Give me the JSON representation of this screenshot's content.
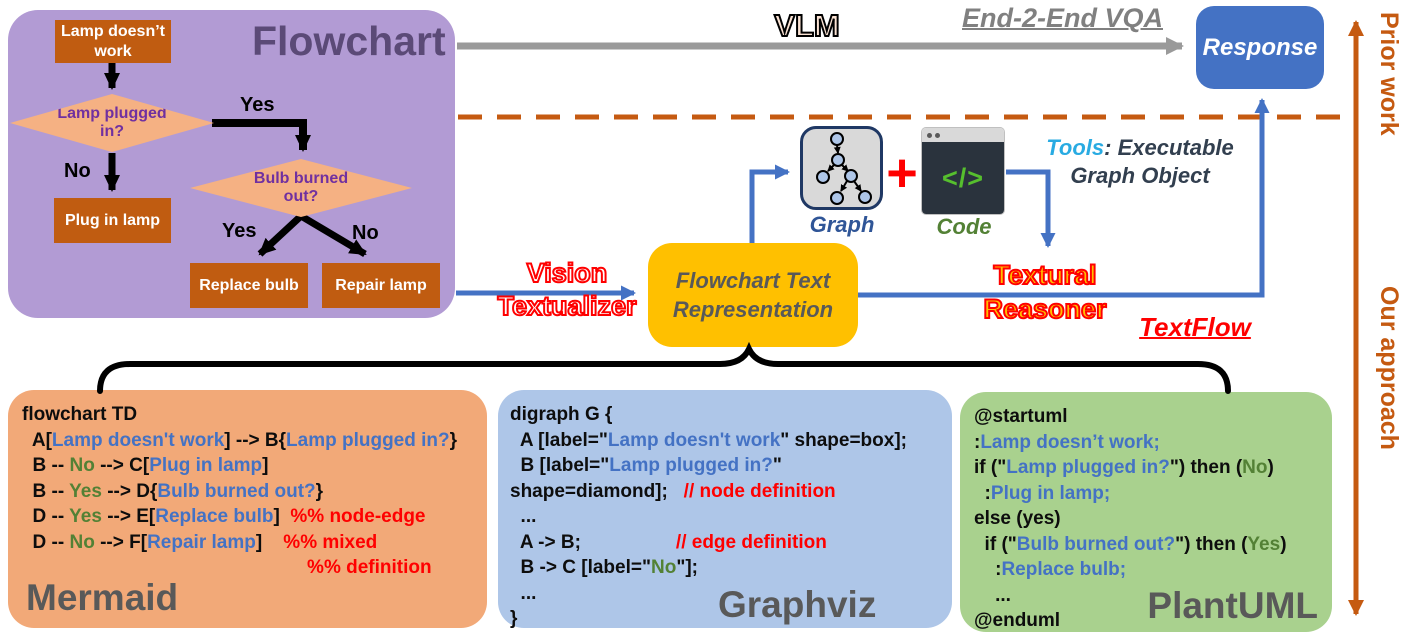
{
  "colors": {
    "purple_panel": "#b29bd4",
    "flowchart_title": "#5b4a77",
    "process_box": "#c05c11",
    "decision_diamond": "#f5b183",
    "diamond_text": "#7030a0",
    "response_blue": "#4472c4",
    "yellow_box": "#ffc000",
    "accent_orange": "#c55a11",
    "gray_arrow": "#9a9a9a",
    "mermaid_panel": "#f2a978",
    "graphviz_panel": "#aec6e8",
    "plantuml_panel": "#a9d18e",
    "code_blue": "#4472c4",
    "code_green": "#538135",
    "code_red": "#ff0000",
    "tools_cyan": "#29abe2",
    "tools_navy": "#323f4f",
    "label_gray": "#595959"
  },
  "flowchart_panel": {
    "title": "Flowchart",
    "nodes": {
      "start": "Lamp doesn’t work",
      "q1": "Lamp plugged in?",
      "plug": "Plug in lamp",
      "q2": "Bulb burned out?",
      "replace": "Replace bulb",
      "repair": "Repair lamp"
    },
    "edge_labels": {
      "q1_yes": "Yes",
      "q1_no": "No",
      "q2_yes": "Yes",
      "q2_no": "No"
    }
  },
  "top_flow": {
    "vlm": "VLM",
    "end2end": "End-2-End VQA",
    "response": "Response"
  },
  "rails": {
    "prior_work": "Prior work",
    "our_approach": "Our approach"
  },
  "mid_flow": {
    "vision_line1": "Vision",
    "vision_line2": "Textualizer",
    "repr_line1": "Flowchart Text",
    "repr_line2": "Representation",
    "graph_label": "Graph",
    "plus": "+",
    "code_label": "Code",
    "code_glyph": "</>",
    "tools_prefix": "Tools",
    "tools_rest": ": Executable",
    "tools_line2": "Graph Object",
    "reasoner_line1": "Textural",
    "reasoner_line2": "Reasoner",
    "textflow": "TextFlow"
  },
  "panels": {
    "mermaid": {
      "label": "Mermaid",
      "lines": [
        [
          [
            "k",
            "flowchart TD"
          ]
        ],
        [
          [
            "k",
            "  A["
          ],
          [
            "b",
            "Lamp doesn't work"
          ],
          [
            "k",
            "] --> B{"
          ],
          [
            "b",
            "Lamp plugged in?"
          ],
          [
            "k",
            "}"
          ]
        ],
        [
          [
            "k",
            "  B -- "
          ],
          [
            "g",
            "No"
          ],
          [
            "k",
            " --> C["
          ],
          [
            "b",
            "Plug in lamp"
          ],
          [
            "k",
            "]"
          ]
        ],
        [
          [
            "k",
            "  B -- "
          ],
          [
            "g",
            "Yes"
          ],
          [
            "k",
            " --> D{"
          ],
          [
            "b",
            "Bulb burned out?"
          ],
          [
            "k",
            "}"
          ]
        ],
        [
          [
            "k",
            "  D -- "
          ],
          [
            "g",
            "Yes"
          ],
          [
            "k",
            " --> E["
          ],
          [
            "b",
            "Replace bulb"
          ],
          [
            "k",
            "]  "
          ],
          [
            "r",
            "%% node-edge"
          ]
        ],
        [
          [
            "k",
            "  D -- "
          ],
          [
            "g",
            "No"
          ],
          [
            "k",
            " --> F["
          ],
          [
            "b",
            "Repair lamp"
          ],
          [
            "k",
            "]    "
          ],
          [
            "r",
            "%% mixed"
          ]
        ],
        [
          [
            "r",
            "                                                      %% definition"
          ]
        ]
      ]
    },
    "graphviz": {
      "label": "Graphviz",
      "lines": [
        [
          [
            "k",
            "digraph G {"
          ]
        ],
        [
          [
            "k",
            "  A [label=\""
          ],
          [
            "b",
            "Lamp doesn't work"
          ],
          [
            "k",
            "\" shape=box];"
          ]
        ],
        [
          [
            "k",
            "  B [label=\""
          ],
          [
            "b",
            "Lamp plugged in?"
          ],
          [
            "k",
            "\""
          ]
        ],
        [
          [
            "k",
            "shape=diamond];   "
          ],
          [
            "r",
            "// node definition"
          ]
        ],
        [
          [
            "k",
            "  ..."
          ]
        ],
        [
          [
            "k",
            "  A -> B;                  "
          ],
          [
            "r",
            "// edge definition"
          ]
        ],
        [
          [
            "k",
            "  B -> C [label=\""
          ],
          [
            "g",
            "No"
          ],
          [
            "k",
            "\"];"
          ]
        ],
        [
          [
            "k",
            "  ..."
          ]
        ],
        [
          [
            "k",
            "}"
          ]
        ]
      ]
    },
    "plantuml": {
      "label": "PlantUML",
      "lines": [
        [
          [
            "k",
            "@startuml"
          ]
        ],
        [
          [
            "k",
            ":"
          ],
          [
            "b",
            "Lamp doesn’t work;"
          ]
        ],
        [
          [
            "k",
            "if (\""
          ],
          [
            "b",
            "Lamp plugged in?"
          ],
          [
            "k",
            "\") then ("
          ],
          [
            "g",
            "No"
          ],
          [
            "k",
            ")"
          ]
        ],
        [
          [
            "k",
            "  :"
          ],
          [
            "b",
            "Plug in lamp;"
          ]
        ],
        [
          [
            "k",
            "else (yes)"
          ]
        ],
        [
          [
            "k",
            "  if (\""
          ],
          [
            "b",
            "Bulb burned out?"
          ],
          [
            "k",
            "\") then ("
          ],
          [
            "g",
            "Yes"
          ],
          [
            "k",
            ")"
          ]
        ],
        [
          [
            "k",
            "    :"
          ],
          [
            "b",
            "Replace bulb;"
          ]
        ],
        [
          [
            "k",
            "    ..."
          ]
        ],
        [
          [
            "k",
            "@enduml"
          ]
        ]
      ]
    }
  }
}
